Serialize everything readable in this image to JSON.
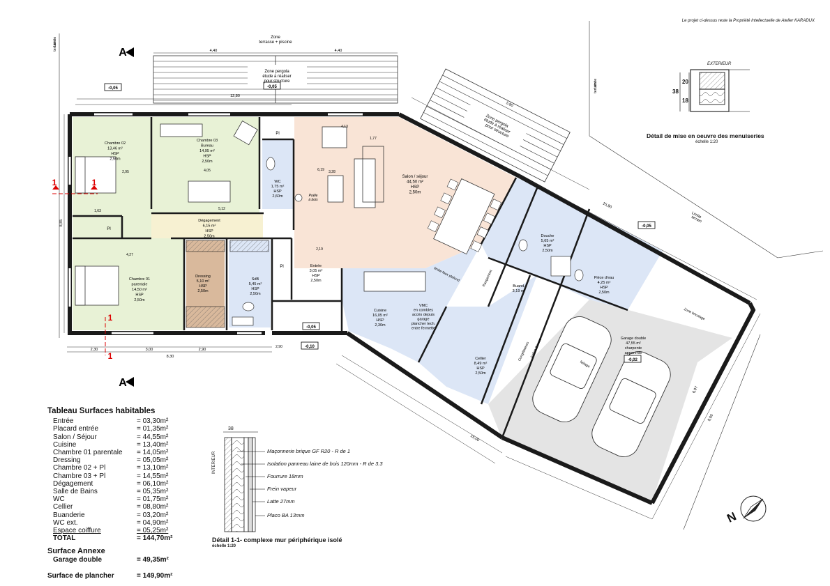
{
  "credit": "Le projet ci-dessus reste la Propriété Intellectuelle de Atelier KARADUX",
  "zones": {
    "top": [
      "Zone",
      "terrasse + piscine"
    ],
    "pergola_top": [
      "Zone pergola",
      "étude à réaliser",
      "pour structure"
    ],
    "pergola_diag": [
      "Zone pergola",
      "étude à réaliser",
      "pour structure"
    ],
    "limite_left": [
      "Limite",
      "terrain"
    ],
    "limite_right": [
      "Limite",
      "terrain"
    ],
    "limite_bottom": [
      "Limite",
      "terrain"
    ],
    "zone_bricolage": "Zone bricolage"
  },
  "markers": {
    "section_a": "A",
    "section_1": "1"
  },
  "levels": [
    "-0,05",
    "-0,05",
    "-0,10",
    "-0,05",
    "-0,05",
    "-0,02"
  ],
  "rooms": {
    "chambre02": [
      "Chambre 02",
      "13,46 m²",
      "HSP",
      "2,50m"
    ],
    "bureau": [
      "Chambre 03",
      "Bureau",
      "14,95 m²",
      "HSP",
      "2,50m"
    ],
    "wc": [
      "WC",
      "1,75 m²",
      "HSP",
      "2,60m"
    ],
    "degagement": [
      "Dégagement",
      "6,15 m²",
      "HSP",
      "2,50m"
    ],
    "chambre01": [
      "Chambre 01",
      "parentale",
      "14,50 m²",
      "HSP",
      "2,50m"
    ],
    "dressing": [
      "Dressing",
      "5,10 m²",
      "HSP",
      "2,50m"
    ],
    "sdb": [
      "SdB",
      "5,45 m²",
      "HSP",
      "2,50m"
    ],
    "pl": "Pl",
    "entree": [
      "Entrée",
      "3,05 m²",
      "HSP",
      "2,50m"
    ],
    "salon": [
      "Salon / séjour",
      "44,50 m²",
      "HSP",
      "2,50m"
    ],
    "cuisine": [
      "Cuisine",
      "16,05 m²",
      "HSP",
      "2,30m"
    ],
    "vmc": [
      "VMC",
      "en combles",
      "accès depuis",
      "garage",
      "plancher tech.",
      "entre fermette"
    ],
    "cellier": [
      "Cellier",
      "8,49 m²",
      "HSP",
      "2,50m"
    ],
    "buand": [
      "Buand.",
      "3,19 m²"
    ],
    "douche": [
      "Douche",
      "5,65 m²",
      "HSP",
      "2,50m"
    ],
    "piece_eau": [
      "Pièce d'eau",
      "4,25 m²",
      "HSP",
      "2,50m"
    ],
    "garage": [
      "Garage double",
      "47,55 m²",
      "charpente",
      "apparente"
    ],
    "poele": [
      "Poêle",
      "à bois"
    ],
    "limite_faux": "limite faux plafond",
    "faitage": "faîtage",
    "congelateurs": "Congélateurs",
    "ballon": "ballon thermo",
    "rangement": "Rangement"
  },
  "dims": {
    "top_total": "12,80",
    "top_a": "4,40",
    "top_b": "4,40",
    "left_total": "8,85",
    "bottom_total": "8,30",
    "bottom_a": "2,30",
    "bottom_b": "3,00",
    "bottom_c": "2,90",
    "diag_a": "5,90",
    "diag_b": "15,90",
    "diag_c": "15,00",
    "diag_d": "8,00",
    "right_a": "6,97",
    "inner": [
      "5,12",
      "4,05",
      "1,63",
      "4,27",
      "2,19",
      "6,19",
      "2,95",
      "3,28",
      "2,90",
      "4,13",
      "1,77"
    ]
  },
  "wall_detail": {
    "title": "Détail de mise en oeuvre des menuiseries",
    "scale": "échelle 1:20",
    "exterieur": "EXTERIEUR",
    "dims": [
      "38",
      "20",
      "18"
    ]
  },
  "section_detail": {
    "title": "Détail 1-1- complexe mur périphérique isolé",
    "scale": "échelle 1:20",
    "thickness": "38",
    "interieur": "INTERIEUR",
    "layers": [
      "Maçonnerie brique GF R20 - R de 1",
      "Isolation panneau laine de bois 120mm - R de 3.3",
      "Fourrure 18mm",
      "Frein vapeur",
      "Latte 27mm",
      "Placo BA 13mm"
    ]
  },
  "surfaces": {
    "title": "Tableau Surfaces habitables",
    "rows": [
      {
        "name": "Entrée",
        "value": "= 03,30m²"
      },
      {
        "name": "Placard entrée",
        "value": "= 01,35m²"
      },
      {
        "name": "Salon / Séjour",
        "value": "= 44,55m²"
      },
      {
        "name": "Cuisine",
        "value": "= 13,40m²"
      },
      {
        "name": "Chambre 01 parentale",
        "value": "= 14,05m²"
      },
      {
        "name": "Dressing",
        "value": "= 05,05m²"
      },
      {
        "name": "Chambre 02 + Pl",
        "value": "= 13,10m²"
      },
      {
        "name": "Chambre 03 + Pl",
        "value": "= 14,55m²"
      },
      {
        "name": "Dégagement",
        "value": "= 06,10m²"
      },
      {
        "name": "Salle de Bains",
        "value": "= 05,35m²"
      },
      {
        "name": "WC",
        "value": "= 01,75m²"
      },
      {
        "name": "Cellier",
        "value": "= 08,80m²"
      },
      {
        "name": "Buanderie",
        "value": "= 03,20m²"
      },
      {
        "name": "WC ext.",
        "value": "= 04,90m²"
      },
      {
        "name": "Espace coiffure",
        "value": "= 05,25m²"
      }
    ],
    "total_label": "TOTAL",
    "total_value": "= 144,70m²",
    "annexe_title": "Surface Annexe",
    "annexe_label": "Garage double",
    "annexe_value": "= 49,35m²",
    "plancher_label": "Surface de plancher",
    "plancher_value": "= 149,90m²"
  },
  "compass": "N",
  "colors": {
    "green": "#e8f2d6",
    "peach": "#f9e4d6",
    "blue": "#dce6f6",
    "gray": "#e4e4e4",
    "dressing": "#d9b99c",
    "wall": "#1a1a1a"
  }
}
